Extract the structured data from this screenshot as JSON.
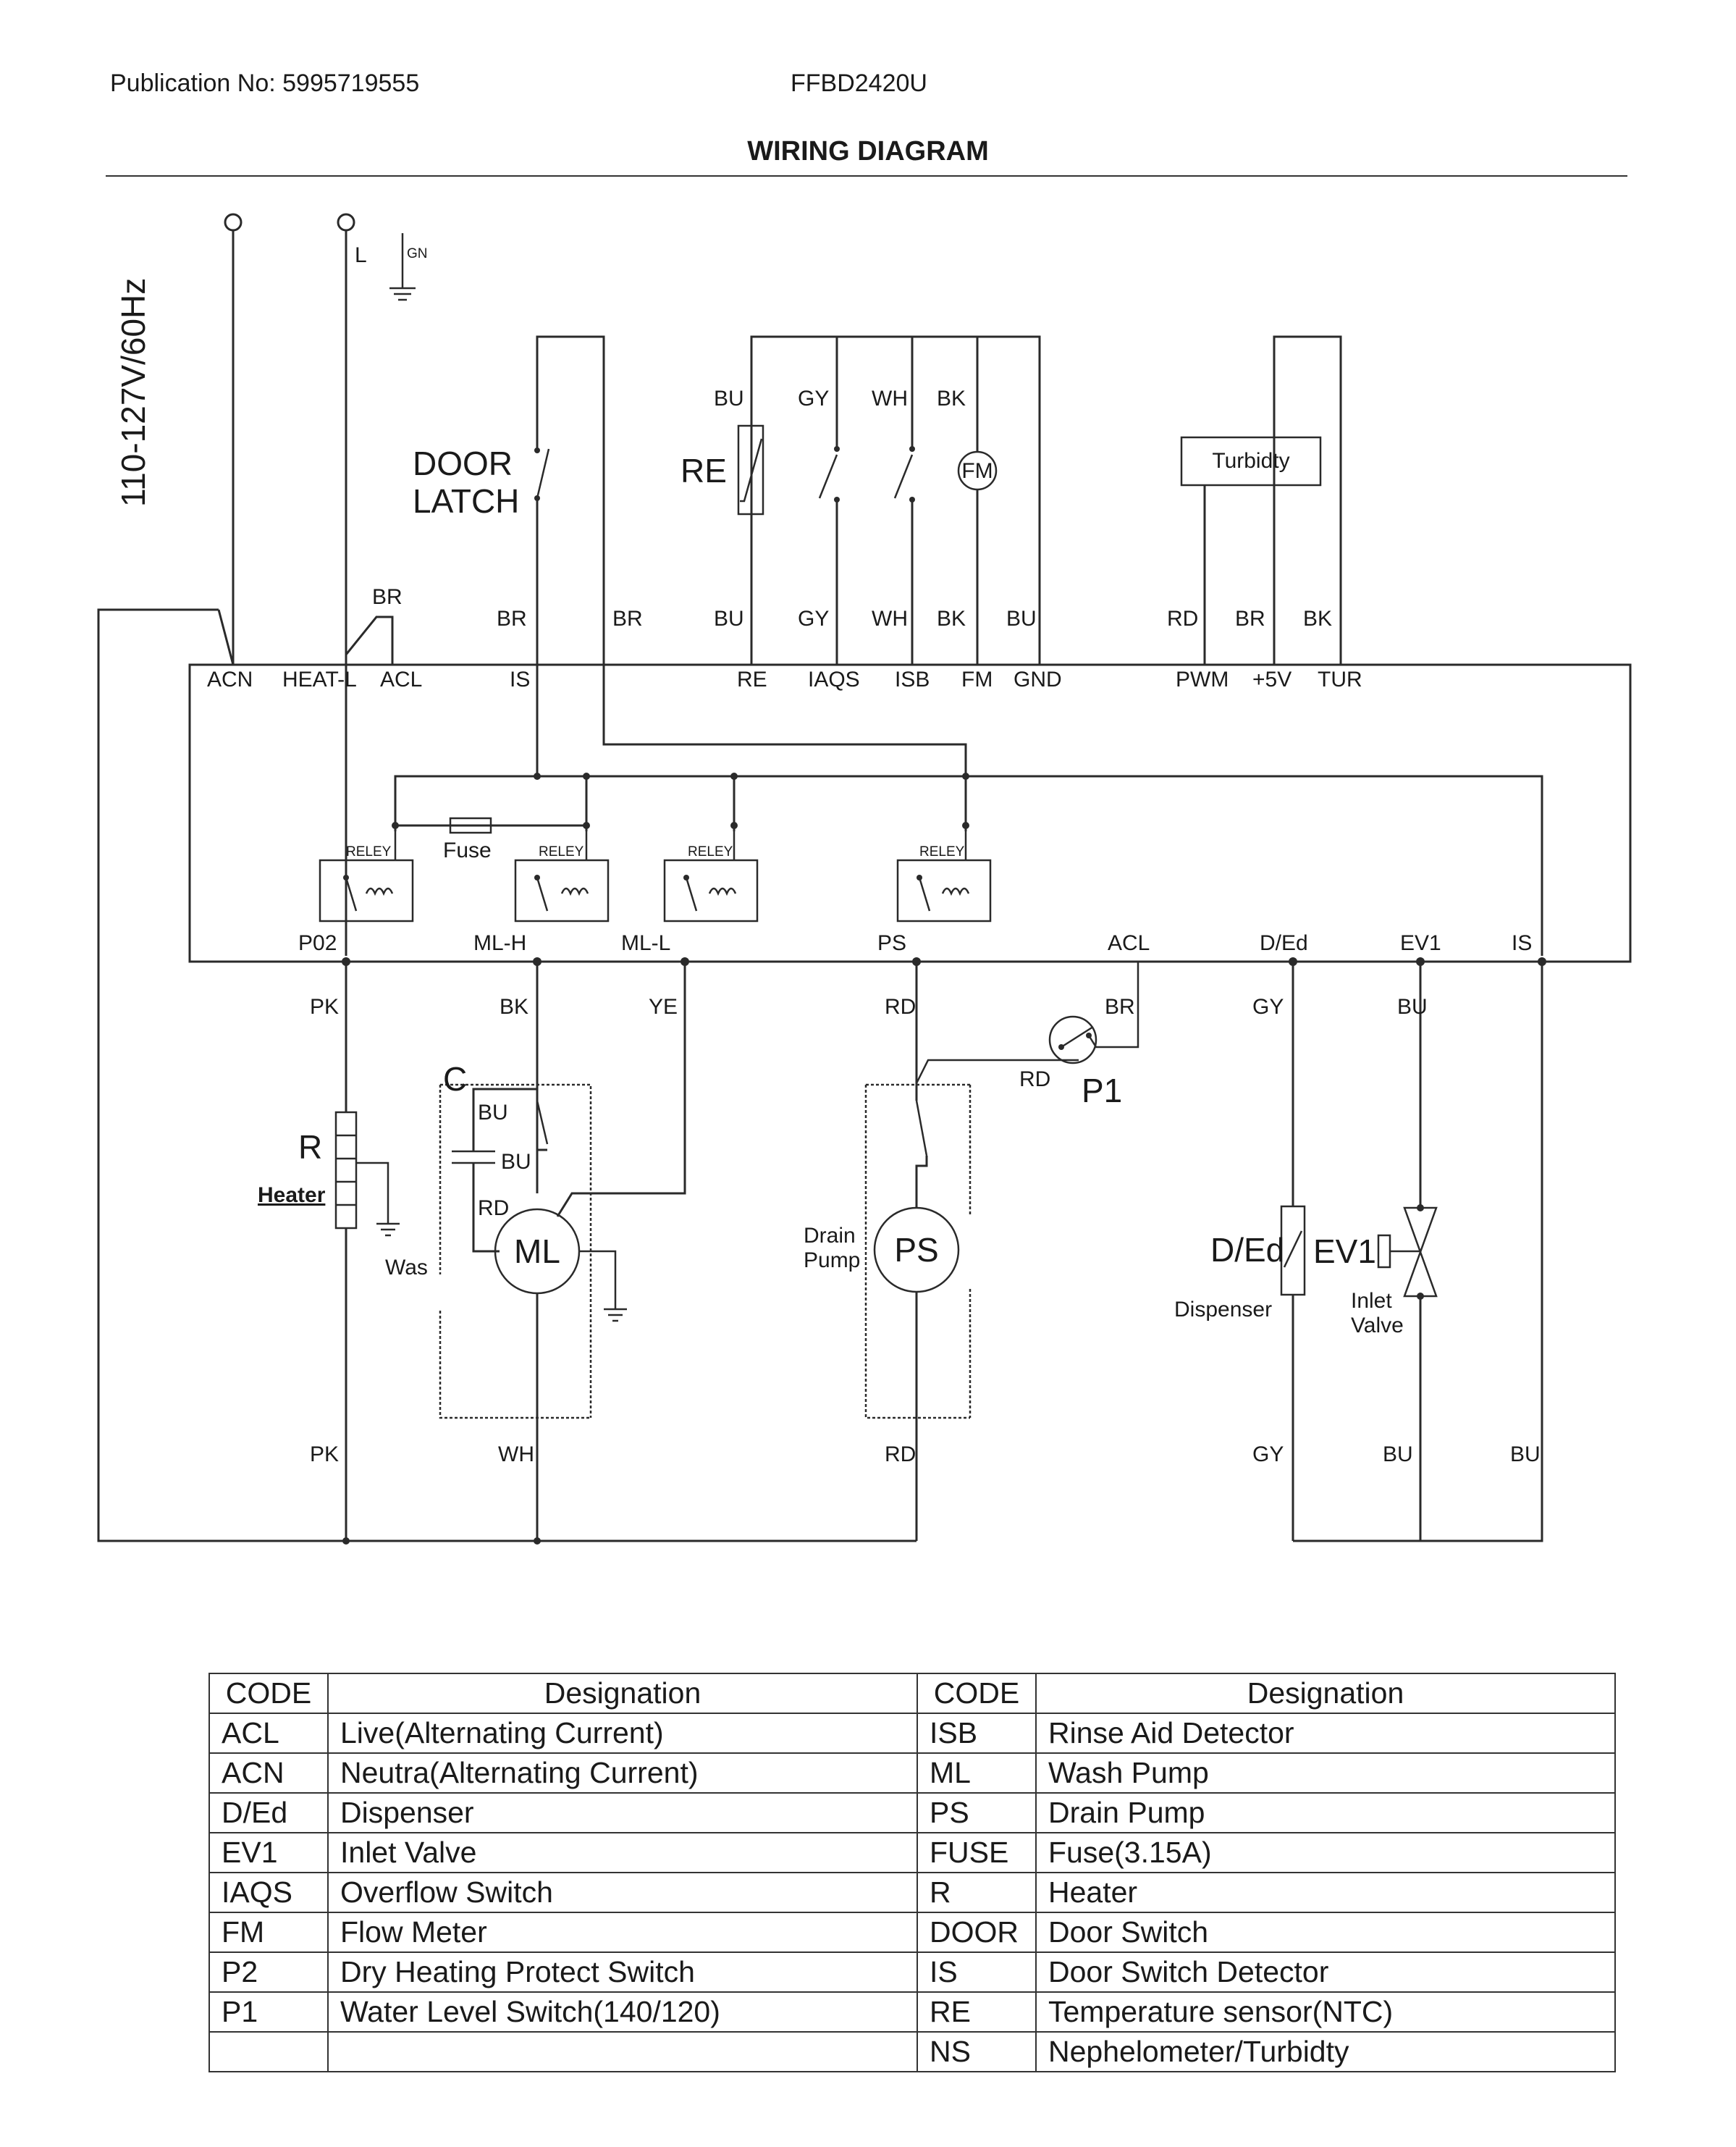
{
  "header": {
    "publication": "Publication No: 5995719555",
    "model": "FFBD2420U",
    "title": "WIRING DIAGRAM"
  },
  "diagram": {
    "supply": "110-127V/60Hz",
    "mains": {
      "live": "L",
      "ground": "GN"
    },
    "components": {
      "door_latch": [
        "DOOR",
        "LATCH"
      ],
      "re": "RE",
      "fm": "FM",
      "turbidity": "Turbidty",
      "fuse": "Fuse",
      "relay": "RELEY",
      "p1": "P1",
      "r": "R",
      "heater": "Heater",
      "c": "C",
      "ml": "ML",
      "was": "Was",
      "drain_pump": [
        "Drain",
        "Pump"
      ],
      "ps": "PS",
      "ded": "D/Ed",
      "ev1": "EV1",
      "dispenser": "Dispenser",
      "inlet_valve": [
        "Inlet",
        "Valve"
      ]
    },
    "top_terminals": [
      "ACN",
      "HEAT-L",
      "ACL",
      "IS",
      "RE",
      "IAQS",
      "ISB",
      "FM",
      "GND",
      "PWM",
      "+5V",
      "TUR"
    ],
    "bottom_terminals": [
      "P02",
      "ML-H",
      "ML-L",
      "PS",
      "ACL",
      "D/Ed",
      "EV1",
      "IS"
    ],
    "wire_colors": {
      "top_upper": [
        "BU",
        "GY",
        "WH",
        "BK"
      ],
      "top_lower": [
        "BR",
        "BR",
        "BR",
        "BU",
        "GY",
        "WH",
        "BK",
        "BU",
        "RD",
        "BR",
        "BK"
      ],
      "bottom_upper": [
        "PK",
        "BK",
        "YE",
        "RD",
        "BR",
        "GY",
        "BU"
      ],
      "motor": [
        "BU",
        "BU",
        "RD"
      ],
      "p1_rd": "RD",
      "bottom_lower": [
        "PK",
        "WH",
        "RD",
        "GY",
        "BU",
        "BU"
      ]
    }
  },
  "legend": {
    "headers": [
      "CODE",
      "Designation",
      "CODE",
      "Designation"
    ],
    "rows": [
      [
        "ACL",
        "Live(Alternating Current)",
        "ISB",
        "Rinse Aid Detector"
      ],
      [
        "ACN",
        "Neutra(Alternating Current)",
        "ML",
        "Wash Pump"
      ],
      [
        "D/Ed",
        "Dispenser",
        "PS",
        "Drain Pump"
      ],
      [
        "EV1",
        "Inlet Valve",
        "FUSE",
        "Fuse(3.15A)"
      ],
      [
        "IAQS",
        "Overflow Switch",
        "R",
        "Heater"
      ],
      [
        "FM",
        "Flow Meter",
        "DOOR",
        "Door Switch"
      ],
      [
        "P2",
        "Dry Heating Protect Switch",
        "IS",
        "Door Switch Detector"
      ],
      [
        "P1",
        "Water Level Switch(140/120)",
        "RE",
        "Temperature sensor(NTC)"
      ],
      [
        "",
        "",
        "NS",
        "Nephelometer/Turbidty"
      ]
    ]
  }
}
